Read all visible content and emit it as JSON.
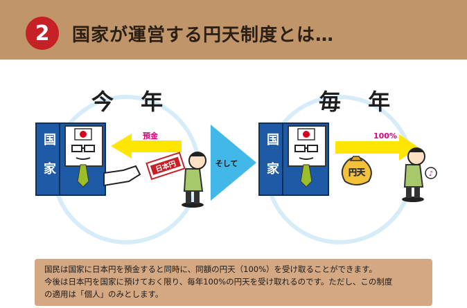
{
  "header": {
    "step_number": "2",
    "title": "国家が運営する円天制度とは…"
  },
  "scene_now": {
    "heading": "今 年",
    "building_label_top": "国",
    "building_label_bottom": "家",
    "arrow_label": "預金",
    "bill_label": "日本円"
  },
  "connector": {
    "label": "そして"
  },
  "scene_every_year": {
    "heading": "毎 年",
    "building_label_top": "国",
    "building_label_bottom": "家",
    "arrow_label": "100%",
    "bag_label": "円天"
  },
  "note": {
    "lines": [
      "国民は国家に日本円を預金すると同時に、同額の円天（100%）を受け取ることができます。",
      "今後は日本円を国家に預けておく限り、毎年100%の円天を受け取れるのです。ただし、この制度",
      "の適用は「個人」のみとします。"
    ]
  },
  "colors": {
    "header_bg": "#c0956a",
    "badge_red": "#c62127",
    "building_blue": "#1f5aa6",
    "arrow_yellow": "#ffe600",
    "connector_cyan": "#41b8e8",
    "note_bg": "#d3a883"
  }
}
